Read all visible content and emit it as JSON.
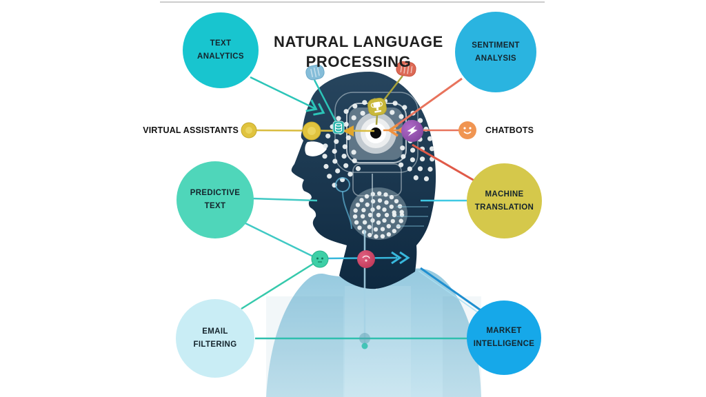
{
  "title": {
    "line1": "NATURAL LANGUAGE",
    "line2": "PROCESSING",
    "color": "#1f1f1f"
  },
  "bubbles": [
    {
      "name": "text-analytics",
      "line1": "TEXT",
      "line2": "ANALYTICS",
      "color": "#18c5cf"
    },
    {
      "name": "sentiment-analysis",
      "line1": "SENTIMENT",
      "line2": "ANALYSIS",
      "color": "#2ab4e0"
    },
    {
      "name": "predictive-text",
      "line1": "PREDICTIVE",
      "line2": "TEXT",
      "color": "#4fd6ba"
    },
    {
      "name": "machine-translation",
      "line1": "MACHINE",
      "line2": "TRANSLATION",
      "color": "#d5c84b"
    },
    {
      "name": "email-filtering",
      "line1": "EMAIL",
      "line2": "FILTERING",
      "color": "#c9edf5"
    },
    {
      "name": "market-intelligence",
      "line1": "MARKET",
      "line2": "INTELLIGENCE",
      "color": "#16a8e9"
    }
  ],
  "labels": {
    "virtual_assistants": "VIRTUAL ASSISTANTS",
    "chatbots": "CHATBOTS"
  },
  "figure": {
    "head_color": "#1d3a52",
    "body_color": "#8fc6dd",
    "icons": [
      {
        "name": "brain-chip-icon-blue",
        "color": "#85bdd9"
      },
      {
        "name": "brain-chip-icon-red",
        "color": "#dd6a56"
      },
      {
        "name": "trophy-icon",
        "color": "#c9b83a"
      },
      {
        "name": "database-icon",
        "color": "#2bb5ad"
      },
      {
        "name": "lightning-orb-icon",
        "color": "#9b59b6"
      },
      {
        "name": "smiley-node-icon",
        "color": "#f09552"
      },
      {
        "name": "yellow-node-icon",
        "color": "#e0c33e"
      },
      {
        "name": "teal-node-icon",
        "color": "#3dcfa6"
      },
      {
        "name": "pink-node-icon",
        "color": "#d64d6e"
      },
      {
        "name": "lens-eye-icon",
        "color": "#c3cbd1"
      }
    ],
    "line_colors": {
      "teal": "#2cc5b8",
      "salmon": "#e8735c",
      "yellow": "#d9bc3f",
      "orange": "#ef9140",
      "red": "#e05a48",
      "cyan": "#3fc9e3",
      "blue": "#38b8dc",
      "mint": "#2fbfae",
      "olive": "#a8a23c",
      "shoulder_blue": "#1f8fd0",
      "body_line": "#a5d2e4"
    }
  }
}
